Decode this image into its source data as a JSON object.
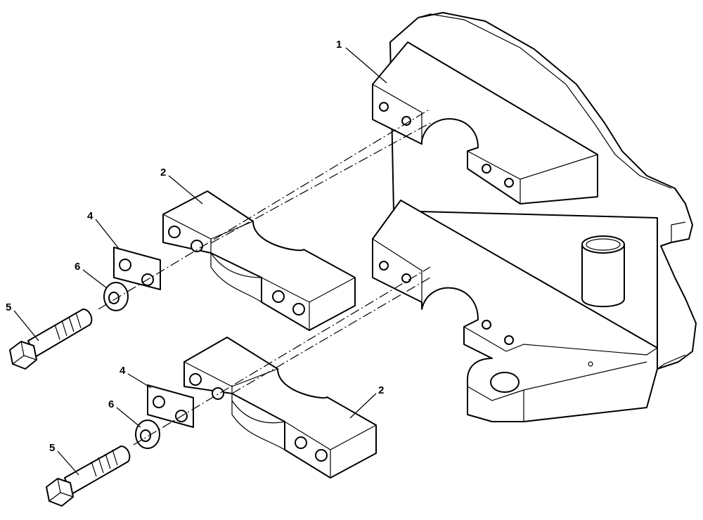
{
  "diagram": {
    "background": "#ffffff",
    "line_color": "#000000",
    "callouts": [
      {
        "id": "callout-1",
        "label": "1"
      },
      {
        "id": "callout-2-upper",
        "label": "2"
      },
      {
        "id": "callout-2-lower",
        "label": "2"
      },
      {
        "id": "callout-4-upper",
        "label": "4"
      },
      {
        "id": "callout-4-lower",
        "label": "4"
      },
      {
        "id": "callout-5-upper",
        "label": "5"
      },
      {
        "id": "callout-5-lower",
        "label": "5"
      },
      {
        "id": "callout-6-upper",
        "label": "6"
      },
      {
        "id": "callout-6-lower",
        "label": "6"
      }
    ]
  }
}
